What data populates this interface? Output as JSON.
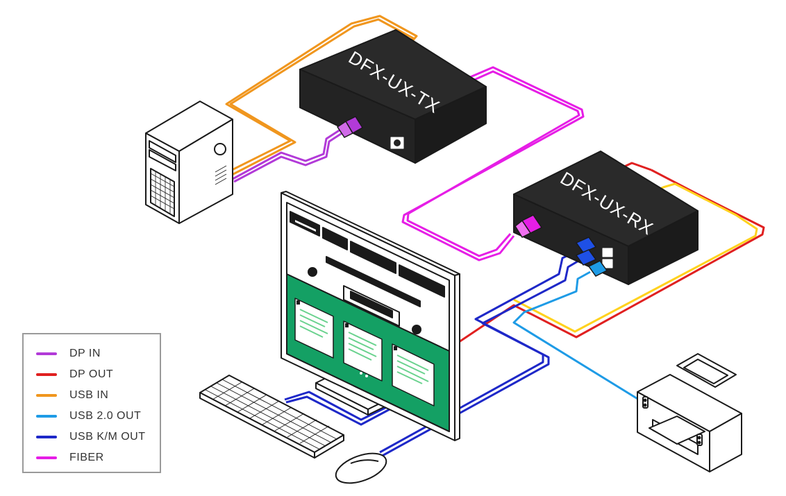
{
  "devices": {
    "transmitter_label": "DFX-UX-TX",
    "receiver_label": "DFX-UX-RX"
  },
  "legend": {
    "items": [
      {
        "label": "DP IN",
        "color": "#b23ad8"
      },
      {
        "label": "DP OUT",
        "color": "#e02020"
      },
      {
        "label": "USB IN",
        "color": "#f0961e"
      },
      {
        "label": "USB 2.0 OUT",
        "color": "#1e9be6"
      },
      {
        "label": "USB K/M OUT",
        "color": "#1e28c8"
      },
      {
        "label": "FIBER",
        "color": "#e61ee6"
      }
    ]
  },
  "colors": {
    "device_body": "#232323",
    "screen_green": "#14a064",
    "outline": "#1a1a1a"
  },
  "icons": [
    "computer-tower-icon",
    "monitor-icon",
    "keyboard-icon",
    "mouse-icon",
    "printer-icon"
  ]
}
